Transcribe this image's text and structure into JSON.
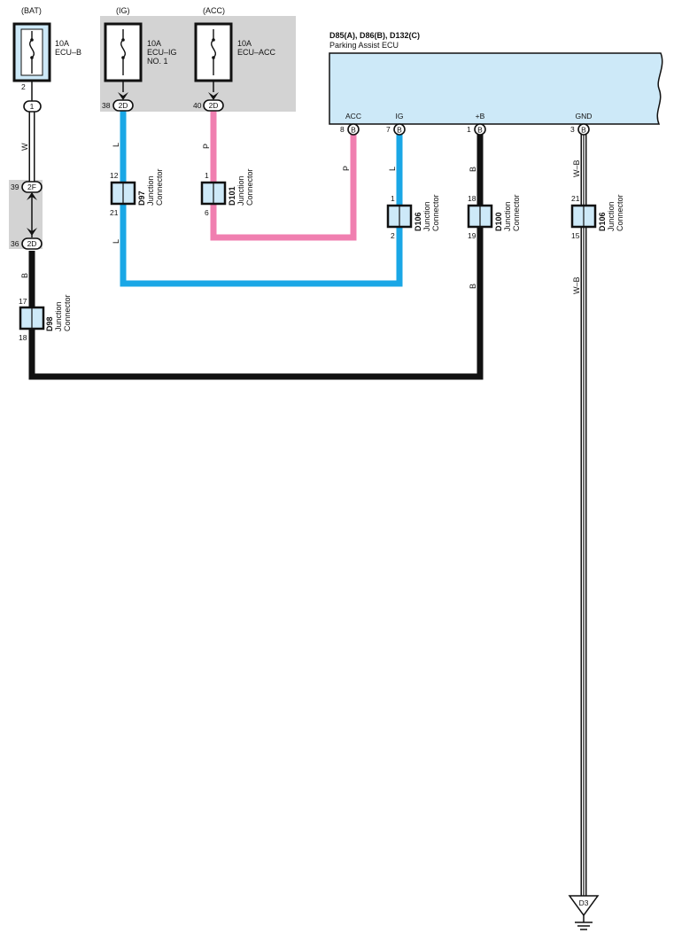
{
  "fuses": [
    {
      "source": "(BAT)",
      "rating": "10A",
      "name1": "ECU–B",
      "name2": "",
      "pin": "2"
    },
    {
      "source": "(IG)",
      "rating": "10A",
      "name1": "ECU–IG",
      "name2": "NO. 1",
      "pin": "38"
    },
    {
      "source": "(ACC)",
      "rating": "10A",
      "name1": "ECU–ACC",
      "name2": "",
      "pin": "40"
    }
  ],
  "ecu": {
    "header": "D85(A), D86(B), D132(C)",
    "name": "Parking Assist ECU",
    "terminals": [
      {
        "label": "ACC",
        "pin": "8",
        "conn": "B"
      },
      {
        "label": "IG",
        "pin": "7",
        "conn": "B"
      },
      {
        "label": "+B",
        "pin": "1",
        "conn": "B"
      },
      {
        "label": "GND",
        "pin": "3",
        "conn": "B"
      }
    ]
  },
  "connectors": {
    "c1": "1",
    "c2D_ig": "2D",
    "c2D_acc": "2D",
    "c2F": "2F",
    "c2D_low": "2D",
    "pin39": "39",
    "pin36": "36"
  },
  "junctions": [
    {
      "id": "D98",
      "sub1": "Junction",
      "sub2": "Connector",
      "top": "17",
      "bottom": "18"
    },
    {
      "id": "D97",
      "sub1": "Junction",
      "sub2": "Connector",
      "top": "12",
      "bottom": "21"
    },
    {
      "id": "D101",
      "sub1": "Junction",
      "sub2": "Connector",
      "top": "1",
      "bottom": "6"
    },
    {
      "id": "D106",
      "sub1": "Junction",
      "sub2": "Connector",
      "top": "1",
      "bottom": "2"
    },
    {
      "id": "D100",
      "sub1": "Junction",
      "sub2": "Connector",
      "top": "18",
      "bottom": "19"
    },
    {
      "id": "D106",
      "sub1": "Junction",
      "sub2": "Connector",
      "top": "21",
      "bottom": "15"
    }
  ],
  "wires": {
    "w": "W",
    "b": "B",
    "l": "L",
    "p": "P",
    "wb": "W–B"
  },
  "ground": {
    "label": "D3"
  },
  "colors": {
    "blue": "#1aa7e6",
    "pink": "#f07fb0",
    "black": "#111111",
    "ecu_fill": "#cde9f8",
    "shade": "#d3d3d3"
  }
}
